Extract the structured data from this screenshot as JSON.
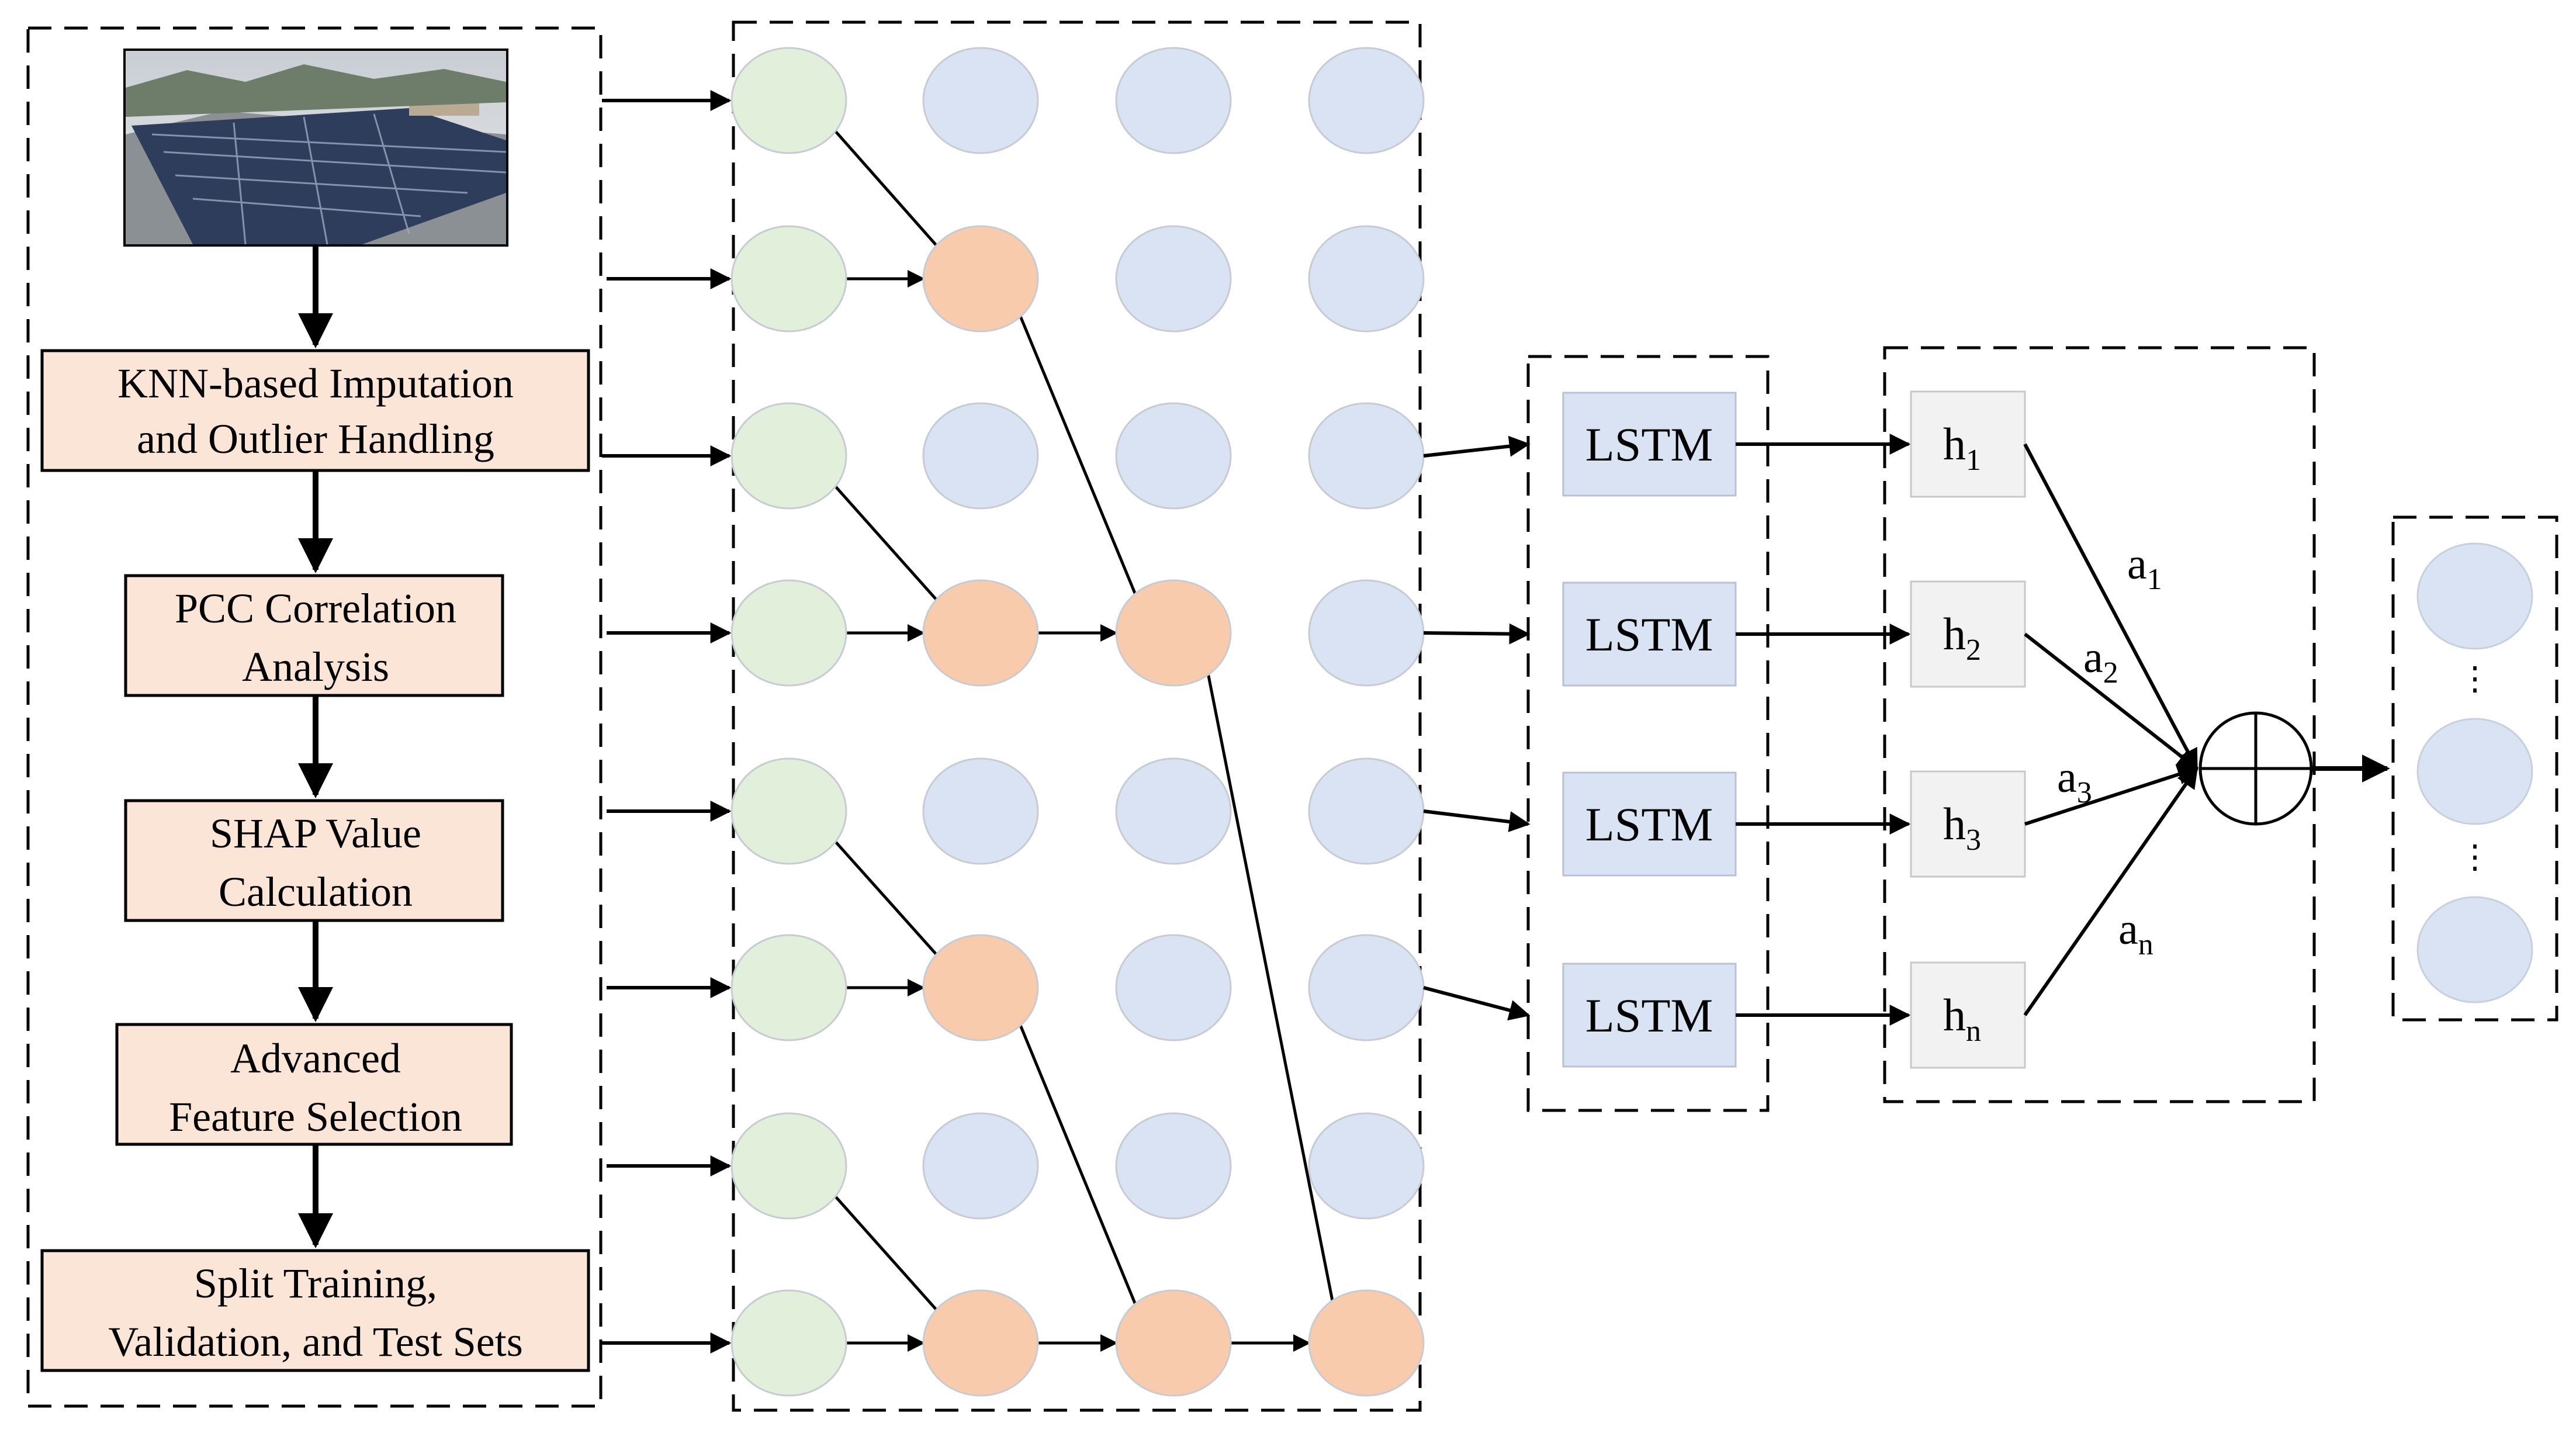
{
  "pipeline_steps": [
    {
      "line1": "KNN-based Imputation",
      "line2": "and Outlier Handling"
    },
    {
      "line1": "PCC Correlation",
      "line2": "Analysis"
    },
    {
      "line1": "SHAP Value",
      "line2": "Calculation"
    },
    {
      "line1": "Advanced",
      "line2": "Feature Selection"
    },
    {
      "line1": "Split Training,",
      "line2": "Validation, and Test Sets"
    }
  ],
  "lstm_label": "LSTM",
  "hidden_states": [
    {
      "base": "h",
      "sub": "1"
    },
    {
      "base": "h",
      "sub": "2"
    },
    {
      "base": "h",
      "sub": "3"
    },
    {
      "base": "h",
      "sub": "n"
    }
  ],
  "attention_weights": [
    {
      "base": "a",
      "sub": "1"
    },
    {
      "base": "a",
      "sub": "2"
    },
    {
      "base": "a",
      "sub": "3"
    },
    {
      "base": "a",
      "sub": "n"
    }
  ],
  "output_ellipsis": "⋮",
  "colors": {
    "process_fill": "#fbe5d6",
    "input_node": "#e2efda",
    "hidden_node": "#dae3f3",
    "active_node": "#f8cbad",
    "lstm_fill": "#dae3f3",
    "hidden_state_fill": "#f2f2f2"
  }
}
